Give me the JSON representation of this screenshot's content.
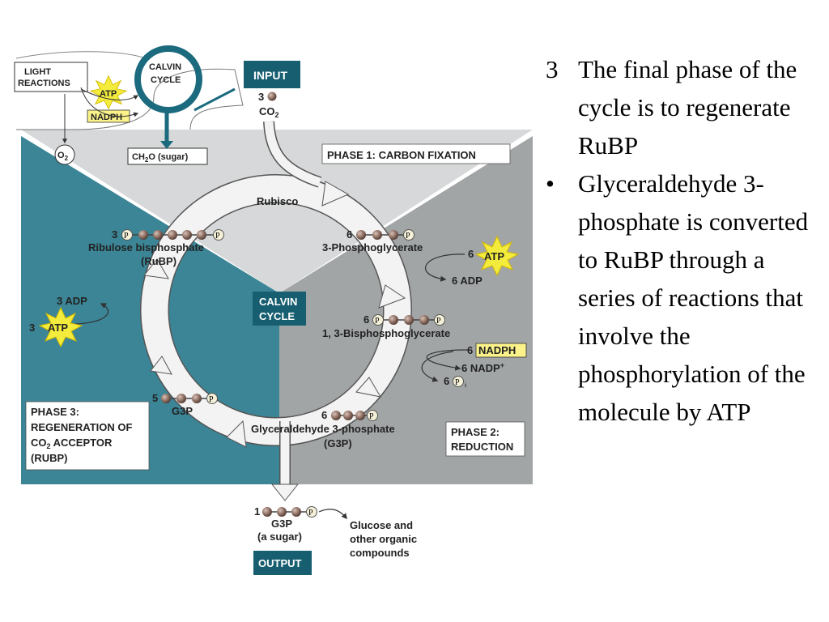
{
  "diagram": {
    "top_inset": {
      "light_reactions": [
        "LIGHT",
        "REACTIONS"
      ],
      "calvin_cycle": [
        "CALVIN",
        "CYCLE"
      ],
      "atp": "ATP",
      "nadph": "NADPH",
      "o2": "O",
      "o2_sub": "2",
      "ch2o": "CH",
      "ch2o_sub": "2",
      "ch2o_rest": "O (sugar)"
    },
    "input": {
      "title": "INPUT",
      "count": "3",
      "co2": "CO",
      "co2_sub": "2"
    },
    "phase1": "PHASE 1: CARBON FIXATION",
    "phase2": [
      "PHASE 2:",
      "REDUCTION"
    ],
    "phase3": [
      "PHASE 3:",
      "REGENERATION OF",
      "CO",
      "2",
      " ACCEPTOR",
      "(RUBP)"
    ],
    "center": [
      "CALVIN",
      "CYCLE"
    ],
    "rubisco": "Rubisco",
    "rubp": {
      "count": "3",
      "name": "Ribulose bisphosphate",
      "abbr": "(RuBP)"
    },
    "pga": {
      "count": "6",
      "name": "3-Phosphoglycerate"
    },
    "bpg": {
      "count": "6",
      "name": "1, 3-Bisphosphoglycerate"
    },
    "g3p_main": {
      "count": "6",
      "name": "Glyceraldehyde 3-phosphate",
      "abbr": "(G3P)"
    },
    "g3p_5": {
      "count": "5",
      "name": "G3P"
    },
    "atp_in_1": {
      "count": "6",
      "label": "ATP"
    },
    "adp_out_1": "6 ADP",
    "nadph_in": {
      "count": "6",
      "label": "NADPH"
    },
    "nadp_out": "6 NADP",
    "nadp_plus": "+",
    "pi_out": {
      "count": "6",
      "sub": "i"
    },
    "atp_in_3": {
      "count": "3",
      "label": "ATP"
    },
    "adp_out_3": "3 ADP",
    "p": "P",
    "output": {
      "count": "1",
      "g3p": "G3P",
      "sugar": "(a sugar)",
      "products": [
        "Glucose and",
        "other organic",
        "compounds"
      ],
      "title": "OUTPUT"
    }
  },
  "slide": {
    "items": [
      {
        "marker": "3",
        "text": "The final phase of the cycle is to regenerate RuBP"
      },
      {
        "marker": "•",
        "text": "Glyceraldehyde 3-phosphate is converted to RuBP through a series of reactions that involve the phosphorylation of the molecule by ATP"
      }
    ]
  },
  "colors": {
    "teal": "#3b8596",
    "gray": "#a2a5a6",
    "light_gray": "#d6d8d9",
    "dark_teal": "#175e70",
    "atp_yellow": "#f4ec3c",
    "nadph_yellow": "#fbf38a",
    "bead": "#8a6a5e"
  }
}
